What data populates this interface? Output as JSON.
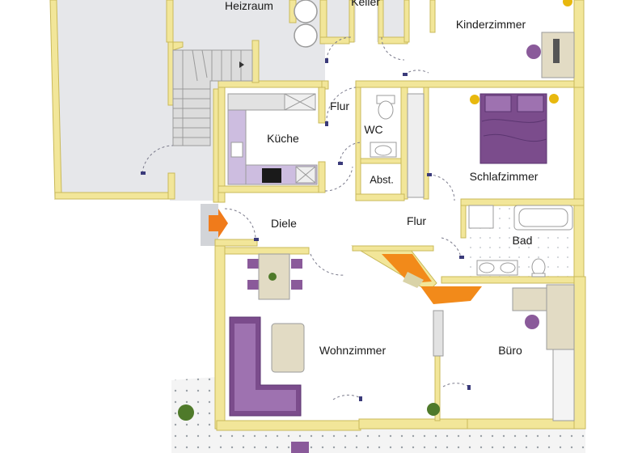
{
  "rooms": {
    "heizraum": "Heizraum",
    "keller": "Keller",
    "kinderzimmer": "Kinderzimmer",
    "flur_top": "Flur",
    "kueche": "Küche",
    "wc": "WC",
    "abst": "Abst.",
    "schlafzimmer": "Schlafzimmer",
    "diele": "Diele",
    "flur_mid": "Flur",
    "bad": "Bad",
    "wohnzimmer": "Wohnzimmer",
    "buero": "Büro"
  },
  "colors": {
    "wall": "#f2e699",
    "wall_edge": "#c9b95a",
    "floor": "#ffffff",
    "cellar_floor": "#e6e7ea",
    "terrace": "#f0f0f0",
    "furniture_purple": "#7b4c8c",
    "counter_orange": "#f28a1a",
    "entry_arrow": "#f07b1b"
  }
}
